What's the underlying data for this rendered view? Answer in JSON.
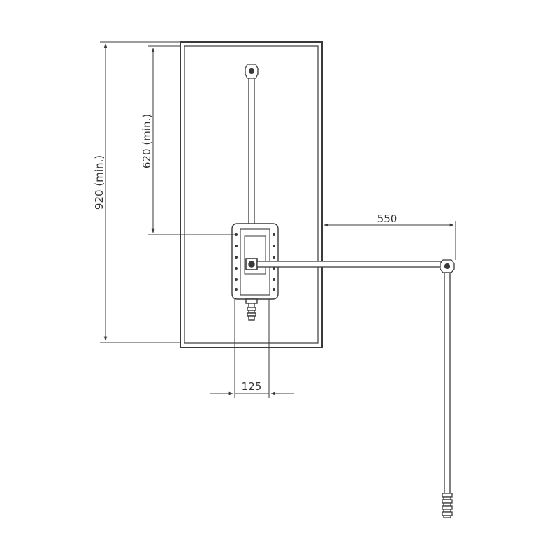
{
  "colors": {
    "line": "#3a3a3a",
    "cabinet_fill": "#ffffff",
    "background": "#ffffff"
  },
  "dimensions": {
    "total_height_label": "920 (min.)",
    "cabinet_height_label": "620 (min.)",
    "extension_label": "550",
    "bracket_width_label": "125"
  }
}
